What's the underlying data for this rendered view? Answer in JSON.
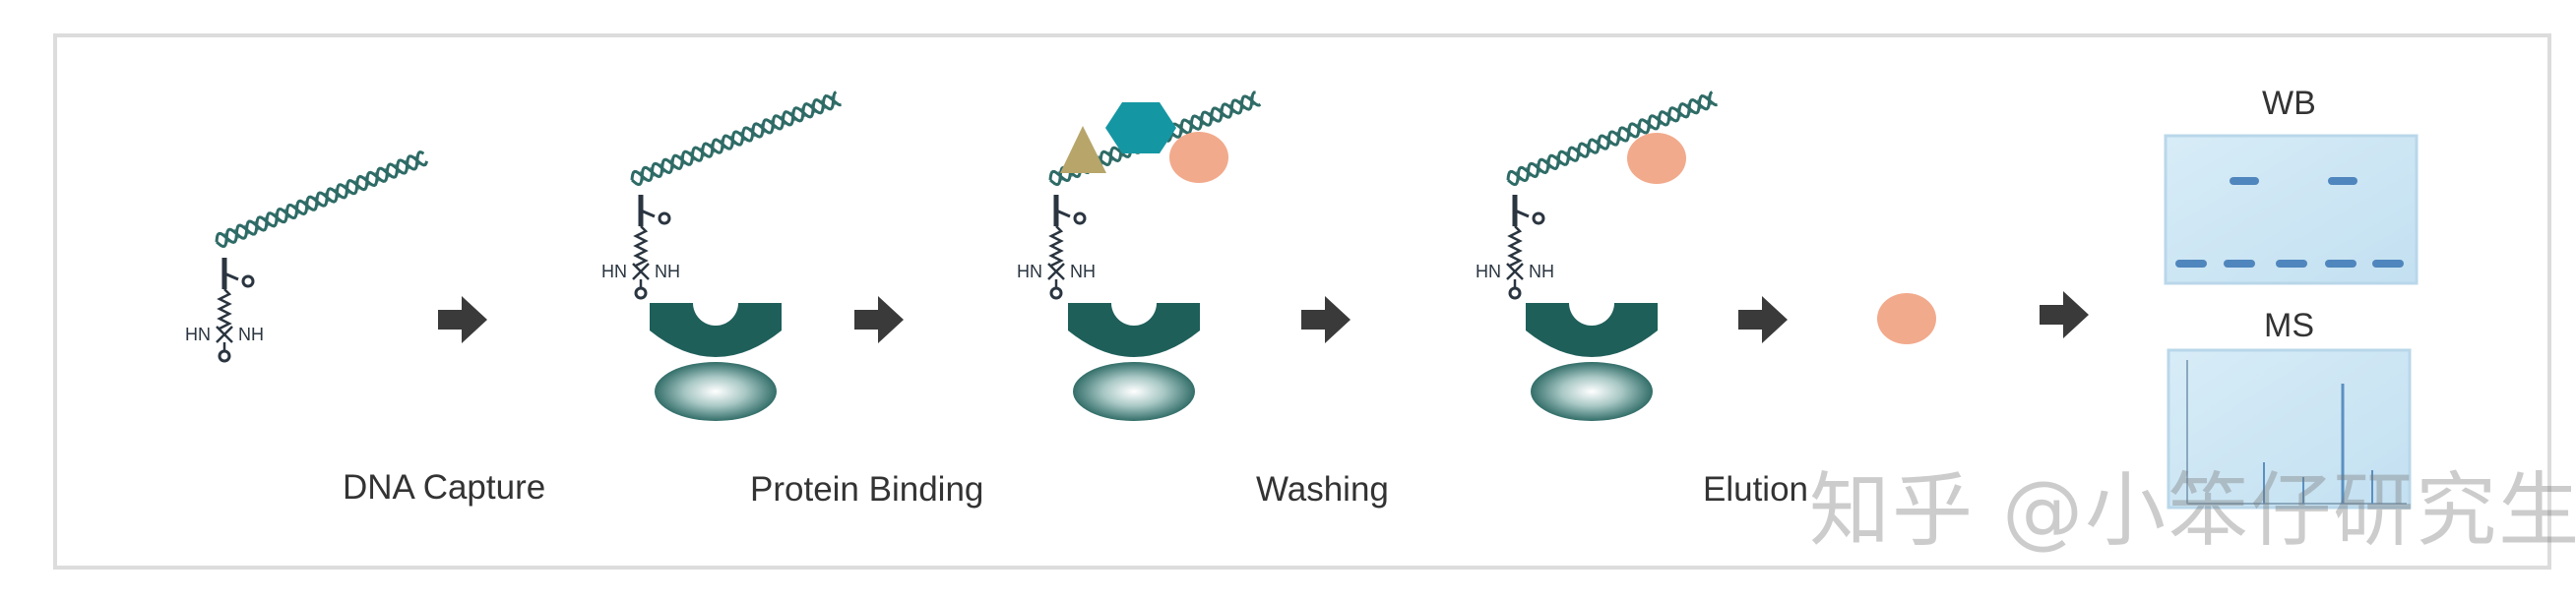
{
  "steps": [
    {
      "label": "DNA Capture"
    },
    {
      "label": "Protein Binding"
    },
    {
      "label": "Washing"
    },
    {
      "label": "Elution"
    }
  ],
  "linker": {
    "hn": "HN",
    "nh": "NH"
  },
  "panels": {
    "wb_label": "WB",
    "ms_label": "MS"
  },
  "watermark": "知乎 @小笨仔研究生",
  "colors": {
    "dna": "#2e6b66",
    "bead": "#1f5f5a",
    "arrow": "#3a3a3a",
    "protein_pink": "#f2aa8c",
    "protein_teal": "#1597a3",
    "protein_triangle": "#b7a56a",
    "gel_bg": "#cde6f4",
    "band": "#4f86bd"
  }
}
